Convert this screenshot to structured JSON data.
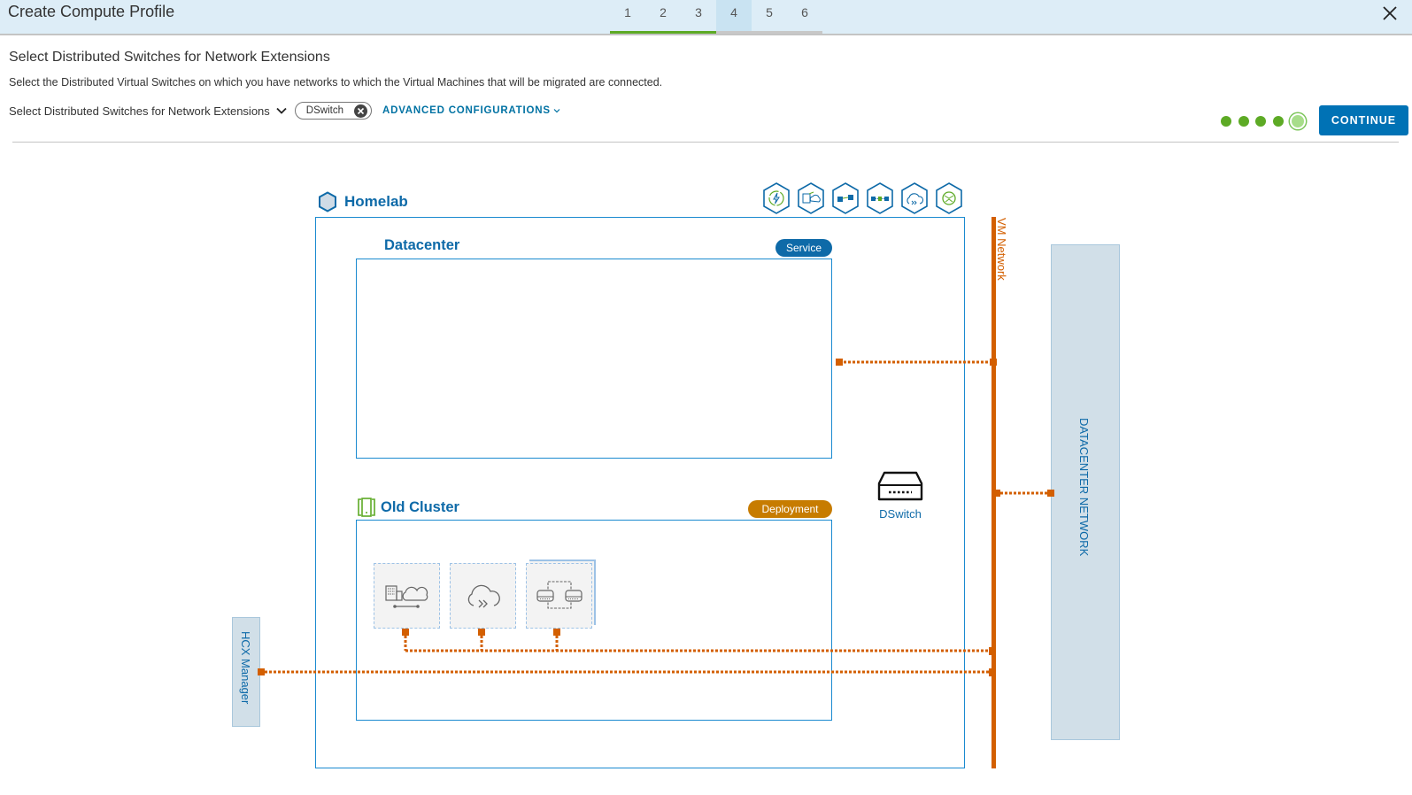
{
  "header": {
    "title": "Create Compute Profile",
    "steps": [
      {
        "label": "1",
        "state": "done"
      },
      {
        "label": "2",
        "state": "done"
      },
      {
        "label": "3",
        "state": "done"
      },
      {
        "label": "4",
        "state": "active"
      },
      {
        "label": "5",
        "state": "pending"
      },
      {
        "label": "6",
        "state": "pending"
      }
    ],
    "close_icon": "close-icon"
  },
  "section": {
    "title": "Select Distributed Switches for Network Extensions",
    "description": "Select the Distributed Virtual Switches on which you have networks to which the Virtual Machines that will be migrated are connected.",
    "selector_label": "Select Distributed Switches for Network Extensions",
    "selected_chip": "DSwitch",
    "advanced_label": "ADVANCED CONFIGURATIONS",
    "continue_label": "CONTINUE",
    "progress": {
      "completed_dots": 4,
      "total_dots": 5
    }
  },
  "diagram": {
    "site": {
      "label": "Homelab",
      "icon": "hexagon-icon"
    },
    "service_icons": [
      "vmotion-migration-icon",
      "datacenter-cloud-icon",
      "replication-icon",
      "network-extension-icon",
      "cloud-migration-icon",
      "wan-optimization-icon"
    ],
    "datacenter": {
      "label": "Datacenter",
      "badge": "Service"
    },
    "cluster": {
      "label": "Old Cluster",
      "badge": "Deployment",
      "icon": "cluster-icon"
    },
    "appliances": [
      "interconnect-appliance-icon",
      "wan-opt-appliance-icon",
      "network-extension-appliance-icon"
    ],
    "switch": {
      "label": "DSwitch",
      "icon": "switch-icon"
    },
    "vm_network": {
      "label": "VM Network"
    },
    "datacenter_network": {
      "label": "DATACENTER NETWORK"
    },
    "hcx_manager": {
      "label": "HCX Manager"
    },
    "colors": {
      "primary": "#0e6aa8",
      "network": "#d35f00",
      "deployment_badge": "#c77c00",
      "success": "#5daa25"
    }
  }
}
